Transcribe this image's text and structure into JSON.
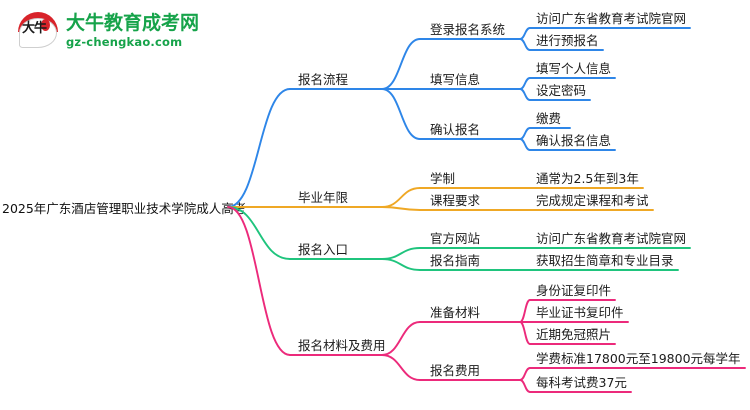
{
  "logo": {
    "mark_text": "大牛",
    "title": "大牛教育成考网",
    "subtitle": "gz-chengkao.com",
    "brand_green": "#16A34A",
    "brand_red": "#D8232A"
  },
  "mindmap": {
    "root": "2025年广东酒店管理职业技术学院成人高考",
    "branches": [
      {
        "label": "报名流程",
        "color": "#2E86E8",
        "children": [
          {
            "label": "登录报名系统",
            "leaves": [
              "访问广东省教育考试院官网",
              "进行预报名"
            ]
          },
          {
            "label": "填写信息",
            "leaves": [
              "填写个人信息",
              "设定密码"
            ]
          },
          {
            "label": "确认报名",
            "leaves": [
              "缴费",
              "确认报名信息"
            ]
          }
        ]
      },
      {
        "label": "毕业年限",
        "color": "#EFA825",
        "children": [
          {
            "label": "学制",
            "leaves": [
              "通常为2.5年到3年"
            ]
          },
          {
            "label": "课程要求",
            "leaves": [
              "完成规定课程和考试"
            ]
          }
        ]
      },
      {
        "label": "报名入口",
        "color": "#1FC47D",
        "children": [
          {
            "label": "官方网站",
            "leaves": [
              "访问广东省教育考试院官网"
            ]
          },
          {
            "label": "报名指南",
            "leaves": [
              "获取招生简章和专业目录"
            ]
          }
        ]
      },
      {
        "label": "报名材料及费用",
        "color": "#EC2A7B",
        "children": [
          {
            "label": "准备材料",
            "leaves": [
              "身份证复印件",
              "毕业证书复印件",
              "近期免冠照片"
            ]
          },
          {
            "label": "报名费用",
            "leaves": [
              "学费标准17800元至19800元每学年",
              "每科考试费37元"
            ]
          }
        ]
      }
    ]
  }
}
